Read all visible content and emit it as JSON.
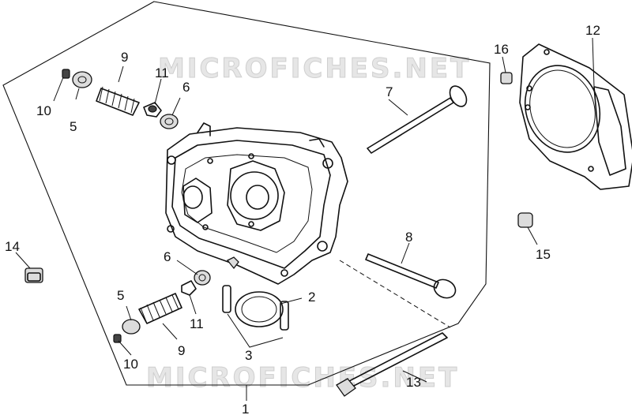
{
  "watermark": {
    "top": "MICROFICHES.NET",
    "bottom": "MICROFICHES.NET"
  },
  "callouts": {
    "c1": "1",
    "c2": "2",
    "c3": "3",
    "c5_top": "5",
    "c5_bottom": "5",
    "c6_top": "6",
    "c6_bottom": "6",
    "c7": "7",
    "c8": "8",
    "c9_top": "9",
    "c9_bottom": "9",
    "c10_top": "10",
    "c10_bottom": "10",
    "c11_top": "11",
    "c11_bottom": "11",
    "c12": "12",
    "c13": "13",
    "c14": "14",
    "c15": "15",
    "c16": "16"
  }
}
